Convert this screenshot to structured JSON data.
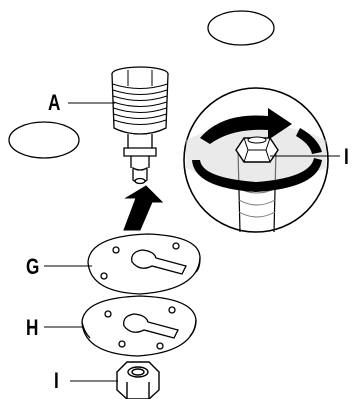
{
  "labels": {
    "a": "A",
    "i_top": "I",
    "g": "G",
    "h": "H",
    "i_bottom": "I"
  },
  "colors": {
    "line": "#000000",
    "background": "#ffffff",
    "shade": "#cfcfcf",
    "arrow": "#000000"
  }
}
